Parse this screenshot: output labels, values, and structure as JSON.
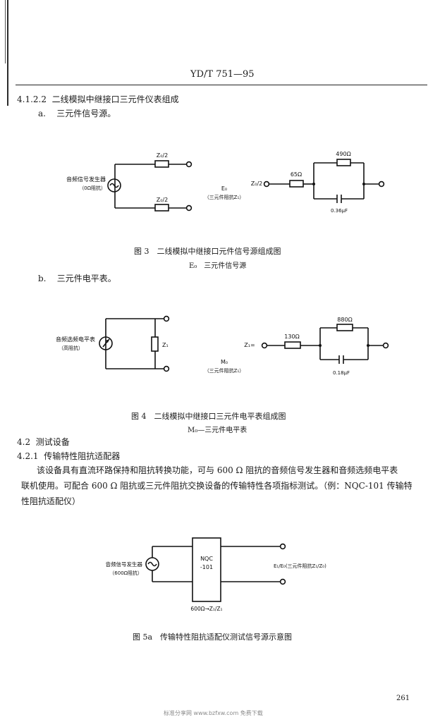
{
  "header": {
    "code": "YD/T 751—95"
  },
  "s4122": {
    "num": "4.1.2.2",
    "title": "二线模拟中继接口三元件仪表组成"
  },
  "item_a": {
    "label": "a.",
    "text": "三元件信号源。"
  },
  "fig3": {
    "gen_label": "音频信号发生器",
    "gen_sub": "（0Ω阻抗）",
    "z0_top": "Z₀/2",
    "z0_bot": "Z₀/2",
    "e_label": "E₀",
    "e_sub": "（三元件阻抗Z₁）",
    "z0_left": "Z₀/2",
    "r_series": "65Ω",
    "r_par": "490Ω",
    "c_par": "0.36μF",
    "caption": "图 3　二线模拟中继接口元件信号源组成图",
    "subcaption": "E₀　三元件信号源"
  },
  "item_b": {
    "label": "b.",
    "text": "三元件电平表。"
  },
  "fig4": {
    "meter_label": "音频选频电平表",
    "meter_sub": "（高阻抗）",
    "z_label": "Z₁",
    "m_label": "M₀",
    "m_sub": "（三元件阻抗Z₁）",
    "z_left": "Z₁=",
    "r_series": "130Ω",
    "r_par": "880Ω",
    "c_par": "0.18μF",
    "caption": "图 4　二线模拟中继接口三元件电平表组成图",
    "subcaption": "M₀—三元件电平表"
  },
  "s42": {
    "num": "4.2",
    "title": "测试设备"
  },
  "s421": {
    "num": "4.2.1",
    "title": "传输特性阻抗适配器"
  },
  "para": {
    "line1": "该设备具有直流环路保持和阻抗转换功能，可与 600 Ω 阻抗的音频信号发生器和音频选频电平表",
    "line2": "联机使用。可配合 600 Ω 阻抗或三元件阻抗交换设备的传输特性各项指标测试。（例：NQC-101 传输特",
    "line3": "性阻抗适配仪）"
  },
  "fig5a": {
    "gen_label": "音频信号发生器",
    "gen_sub": "（600Ω阻抗）",
    "box_label_1": "NQC",
    "box_label_2": "-101",
    "out_label": "E₁/E₀(三元件阻抗Z₁/Z₀)",
    "bottom_label": "600Ω→Z₁/Z₁",
    "caption": "图 5a　传输特性阻抗适配仪测试信号源示意图"
  },
  "footer": {
    "page_num": "261",
    "watermark": "标准分享网 www.bzfxw.com 免费下载"
  }
}
